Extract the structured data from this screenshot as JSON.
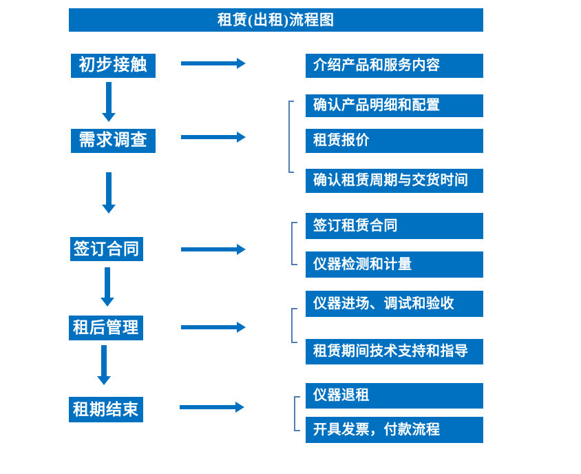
{
  "title": "租赁(出租)流程图",
  "colors": {
    "primary_blue": "#0070c0",
    "bracket_blue": "#4f7cb2",
    "text": "#ffffff",
    "background": "#ffffff"
  },
  "flow": [
    {
      "step": "初步接触",
      "details": [
        "介绍产品和服务内容"
      ]
    },
    {
      "step": "需求调查",
      "details": [
        "确认产品明细和配置",
        "租赁报价",
        "确认租赁周期与交货时间"
      ]
    },
    {
      "step": "签订合同",
      "details": [
        "签订租赁合同",
        "仪器检测和计量"
      ]
    },
    {
      "step": "租后管理",
      "details": [
        "仪器进场、调试和验收",
        "租赁期间技术支持和指导"
      ]
    },
    {
      "step": "租期结束",
      "details": [
        "仪器退租",
        "开具发票，付款流程"
      ]
    }
  ]
}
